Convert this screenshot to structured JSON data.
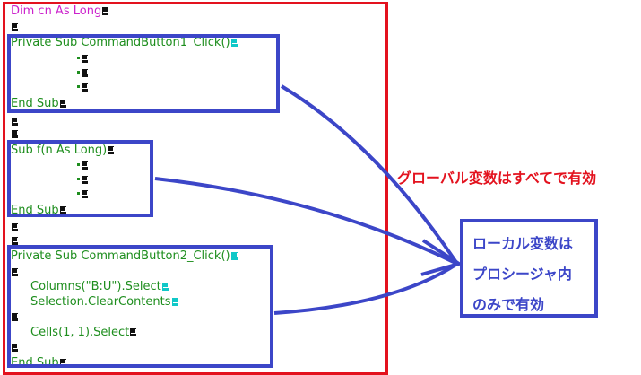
{
  "code": {
    "dim_line": "Dim cn As Long",
    "sub1_header": "Private Sub CommandButton1_Click()",
    "sub1_end": "End Sub",
    "sub2_header": "Sub f(n As Long)",
    "sub2_end": "End Sub",
    "sub3_header": "Private Sub CommandButton2_Click()",
    "sub3_line1": "Columns(\"B:U\").Select",
    "sub3_line2": "Selection.ClearContents",
    "sub3_line3": "Cells(1, 1).Select",
    "sub3_end": "End Sub"
  },
  "annotations": {
    "global_label": "グローバル変数はすべてで有効",
    "local_label_lines": [
      "ローカル変数は",
      "プロシージャ内",
      "のみで有効"
    ]
  },
  "colors": {
    "code_text": "#1e8e1e",
    "dim_text": "#cc22cc",
    "outer_frame": "#e3121e",
    "inner_frames": "#3c46c8",
    "global_label": "#e3121e",
    "local_label": "#3c46c8",
    "arrow": "#3c46c8"
  }
}
